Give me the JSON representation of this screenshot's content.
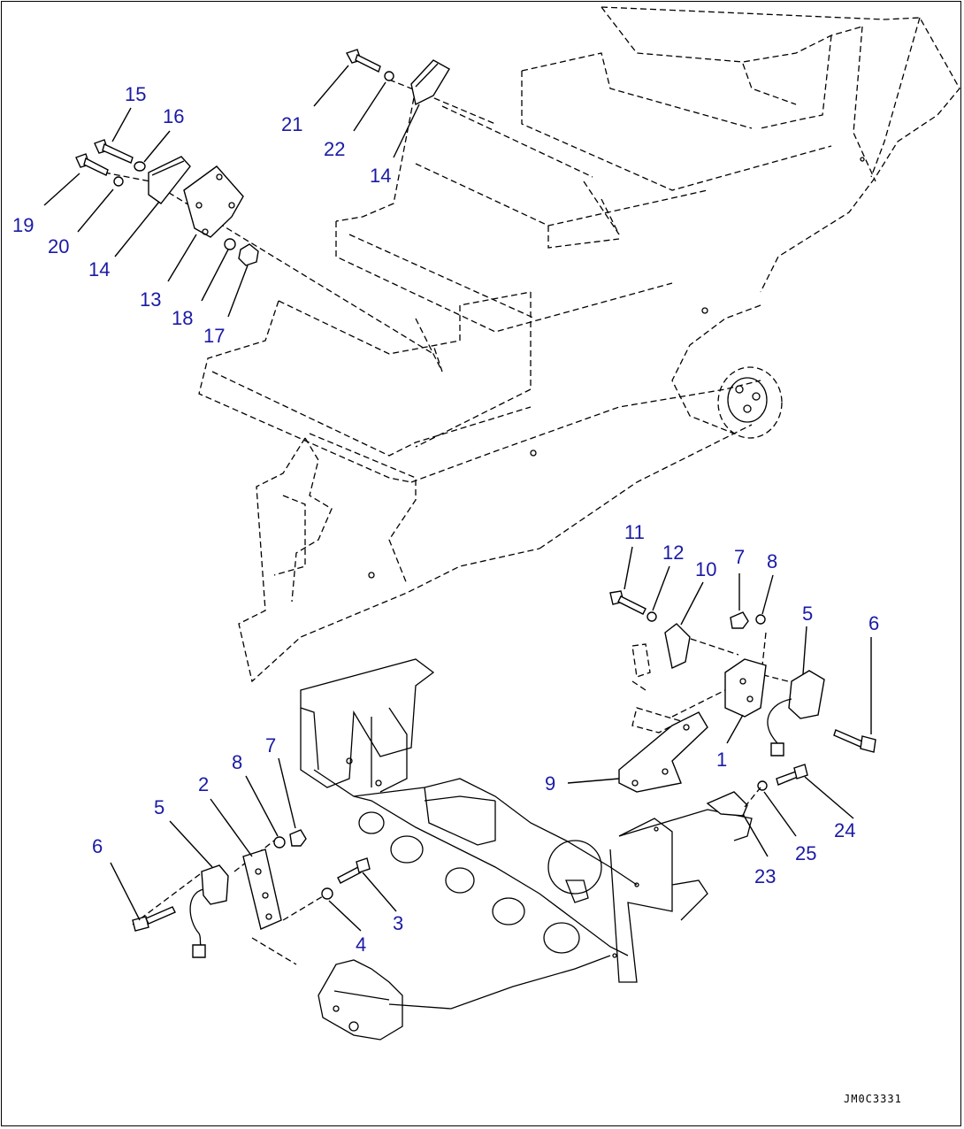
{
  "drawing": {
    "reference_code": "JM0C3331",
    "callouts": [
      {
        "id": "c15",
        "text": "15"
      },
      {
        "id": "c16",
        "text": "16"
      },
      {
        "id": "c19",
        "text": "19"
      },
      {
        "id": "c20",
        "text": "20"
      },
      {
        "id": "c14a",
        "text": "14"
      },
      {
        "id": "c13",
        "text": "13"
      },
      {
        "id": "c18",
        "text": "18"
      },
      {
        "id": "c17",
        "text": "17"
      },
      {
        "id": "c21",
        "text": "21"
      },
      {
        "id": "c22",
        "text": "22"
      },
      {
        "id": "c14b",
        "text": "14"
      },
      {
        "id": "c11",
        "text": "11"
      },
      {
        "id": "c12",
        "text": "12"
      },
      {
        "id": "c10",
        "text": "10"
      },
      {
        "id": "c7a",
        "text": "7"
      },
      {
        "id": "c8a",
        "text": "8"
      },
      {
        "id": "c5a",
        "text": "5"
      },
      {
        "id": "c6a",
        "text": "6"
      },
      {
        "id": "c1",
        "text": "1"
      },
      {
        "id": "c9",
        "text": "9"
      },
      {
        "id": "c24",
        "text": "24"
      },
      {
        "id": "c25",
        "text": "25"
      },
      {
        "id": "c23",
        "text": "23"
      },
      {
        "id": "c2",
        "text": "2"
      },
      {
        "id": "c8b",
        "text": "8"
      },
      {
        "id": "c7b",
        "text": "7"
      },
      {
        "id": "c5b",
        "text": "5"
      },
      {
        "id": "c6b",
        "text": "6"
      },
      {
        "id": "c3",
        "text": "3"
      },
      {
        "id": "c4",
        "text": "4"
      }
    ]
  }
}
